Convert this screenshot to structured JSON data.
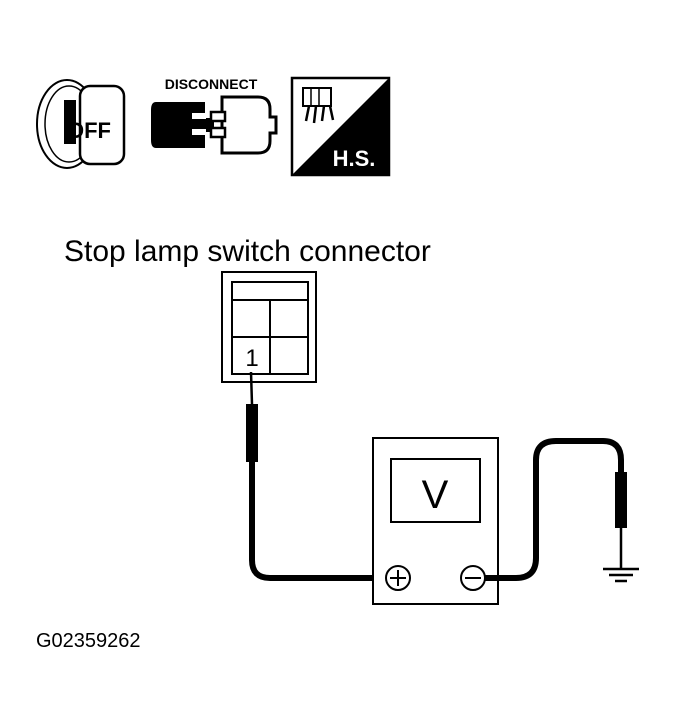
{
  "icons": {
    "ignition": {
      "icon": "ignition-key-off-icon",
      "text": "OFF"
    },
    "disconnect": {
      "icon": "connector-disconnect-icon",
      "label": "DISCONNECT"
    },
    "harness_side": {
      "icon": "harness-side-connector-icon",
      "label": "H.S."
    }
  },
  "diagram": {
    "title": "Stop lamp switch connector",
    "connector_terminal": "1",
    "meter": {
      "symbol": "V",
      "positive": "+",
      "negative": "−"
    },
    "figure_code": "G02359262"
  }
}
